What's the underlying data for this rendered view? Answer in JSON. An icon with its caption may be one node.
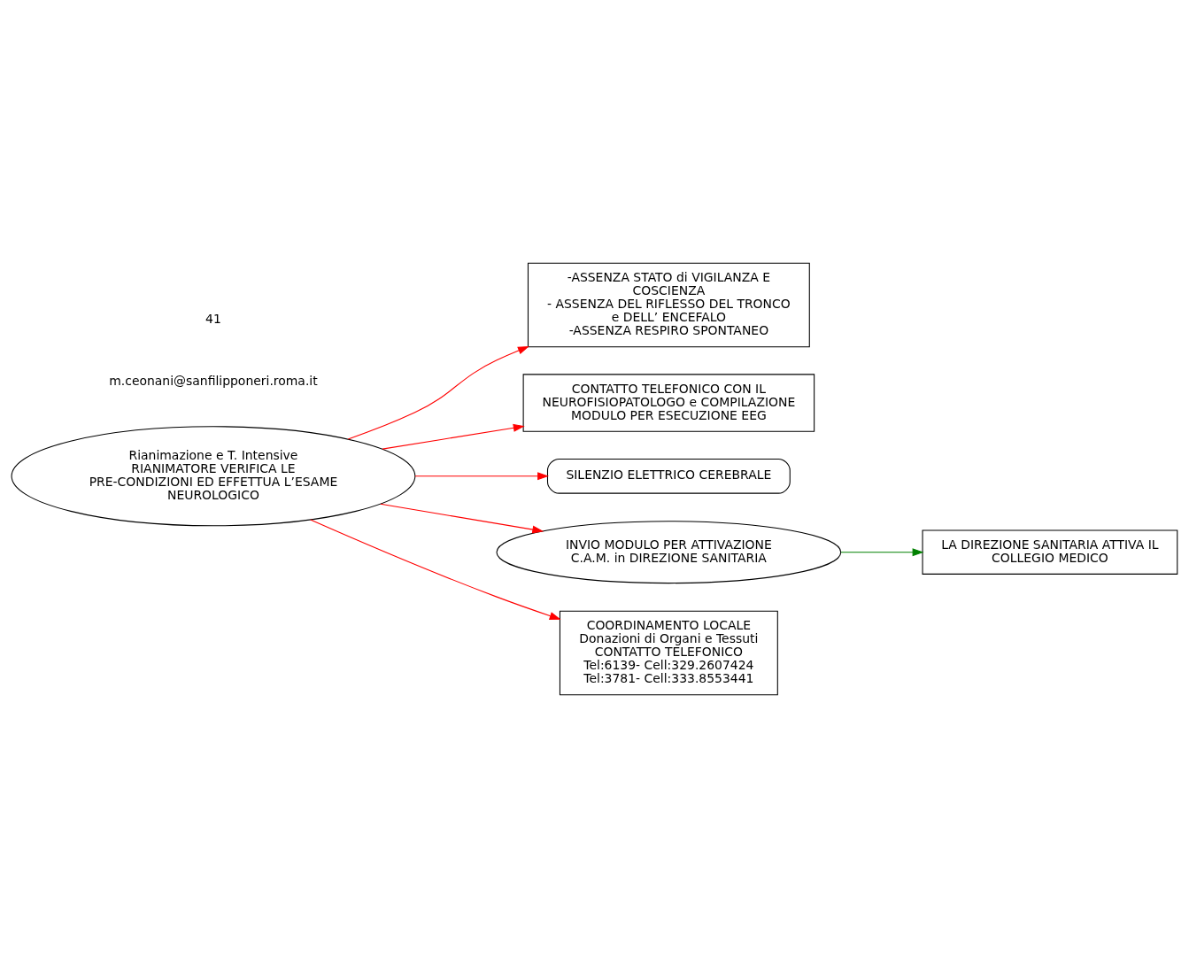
{
  "diagram": {
    "nodes": [
      {
        "text": [
          "Rianimazione e T. Intensive",
          "RIANIMATORE VERIFICA LE PRE-CONDIZIONI ED EFFETTUA L’ESAME NEUROLOGICO"
        ]
      },
      {
        "text": [
          "-ASSENZA STATO di VIGILANZA E COSCIENZA",
          "- ASSENZA DEL RIFLESSO DEL TRONCO e DELL’ ENCEFALO",
          "-ASSENZA RESPIRO SPONTANEO"
        ]
      },
      {
        "text": [
          "CONTATTO TELEFONICO CON IL NEUROFISIOPATOLOGO e COMPILAZIONE MODULO PER ESECUZIONE EEG"
        ]
      },
      {
        "text": [
          "SILENZIO ELETTRICO CEREBRALE"
        ]
      },
      {
        "text": [
          "INVIO MODULO PER ATTIVAZIONE C.A.M. in DIREZIONE SANITARIA"
        ]
      },
      {
        "text": [
          "LA DIREZIONE SANITARIA ATTIVA IL COLLEGIO MEDICO"
        ]
      },
      {
        "text": [
          "COORDINAMENTO LOCALE",
          "Donazioni di Organi e Tessuti",
          "CONTATTO TELEFONICO",
          "Tel:6139- Cell:329.2607424",
          "Tel:3781- Cell:333.8553441"
        ]
      }
    ],
    "edges": [
      {
        "from": 0,
        "to": 1,
        "arrow": "to",
        "color": "#ff0000"
      },
      {
        "from": 0,
        "to": 2,
        "arrow": "to",
        "color": "#ff0000"
      },
      {
        "from": 0,
        "to": 3,
        "arrow": "to",
        "color": "#ff0000"
      },
      {
        "from": 0,
        "to": 4,
        "arrow": "to",
        "color": "#ff0000"
      },
      {
        "from": 4,
        "to": 5,
        "arrow": "to",
        "color": "#008000"
      },
      {
        "from": 0,
        "to": 6,
        "arrow": "to",
        "color": "#ff0000"
      }
    ],
    "labels": [
      "m.ceonani@sanfilipponeri.roma.it",
      "41"
    ]
  }
}
